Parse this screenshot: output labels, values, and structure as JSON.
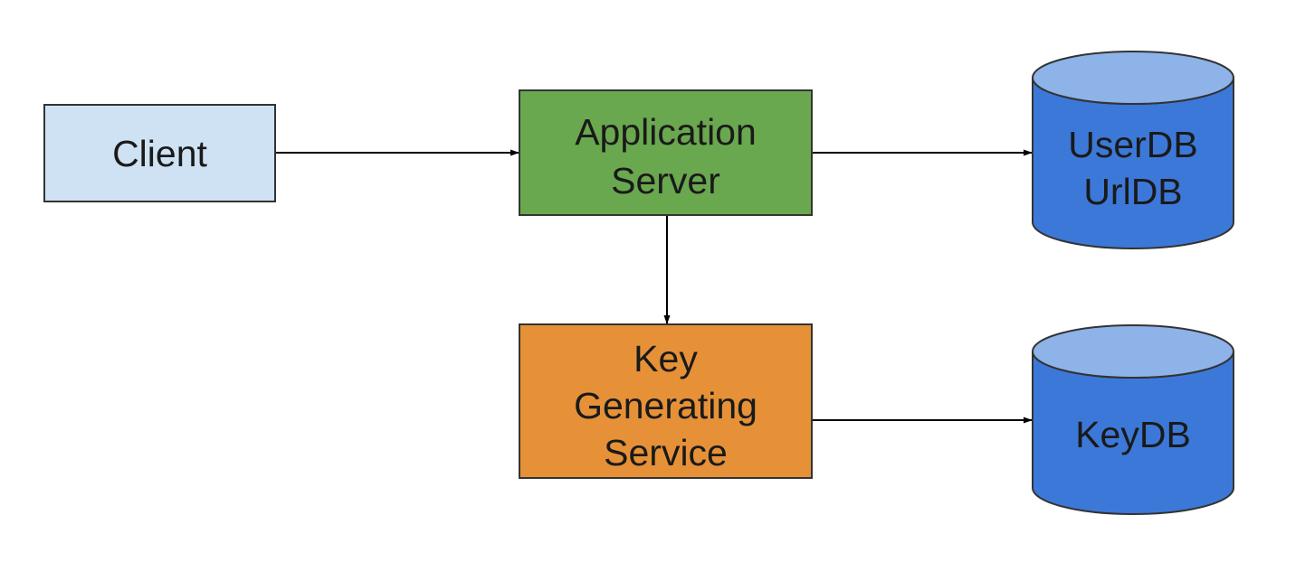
{
  "nodes": {
    "client": {
      "label": "Client",
      "color": "#cfe2f3"
    },
    "app_server": {
      "line1": "Application",
      "line2": "Server",
      "color": "#6aa84f"
    },
    "kgs": {
      "line1": "Key",
      "line2": "Generating",
      "line3": "Service",
      "color": "#e69138"
    },
    "user_url_db": {
      "line1": "UserDB",
      "line2": "UrlDB",
      "color": "#3c78d8",
      "top_color": "#8db3e8"
    },
    "key_db": {
      "label": "KeyDB",
      "color": "#3c78d8",
      "top_color": "#8db3e8"
    }
  },
  "edges": [
    {
      "from": "Client",
      "to": "Application Server"
    },
    {
      "from": "Application Server",
      "to": "UserDB UrlDB"
    },
    {
      "from": "Application Server",
      "to": "Key Generating Service"
    },
    {
      "from": "Key Generating Service",
      "to": "KeyDB"
    }
  ]
}
